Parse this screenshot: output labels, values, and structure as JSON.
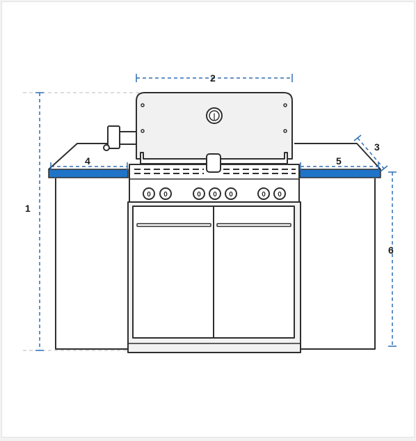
{
  "colors": {
    "outline": "#2e2e2e",
    "counter_top": "#1f74c9",
    "dimension": "#2f6db3",
    "lid_fill": "#f1f1f1"
  },
  "dimensions": [
    {
      "id": "d1",
      "label": "1"
    },
    {
      "id": "d2",
      "label": "2"
    },
    {
      "id": "d3",
      "label": "3"
    },
    {
      "id": "d4",
      "label": "4"
    },
    {
      "id": "d5",
      "label": "5"
    },
    {
      "id": "d6",
      "label": "6"
    }
  ],
  "grill": {
    "knob_marking": "0",
    "lid_gauge_marking": "|"
  }
}
